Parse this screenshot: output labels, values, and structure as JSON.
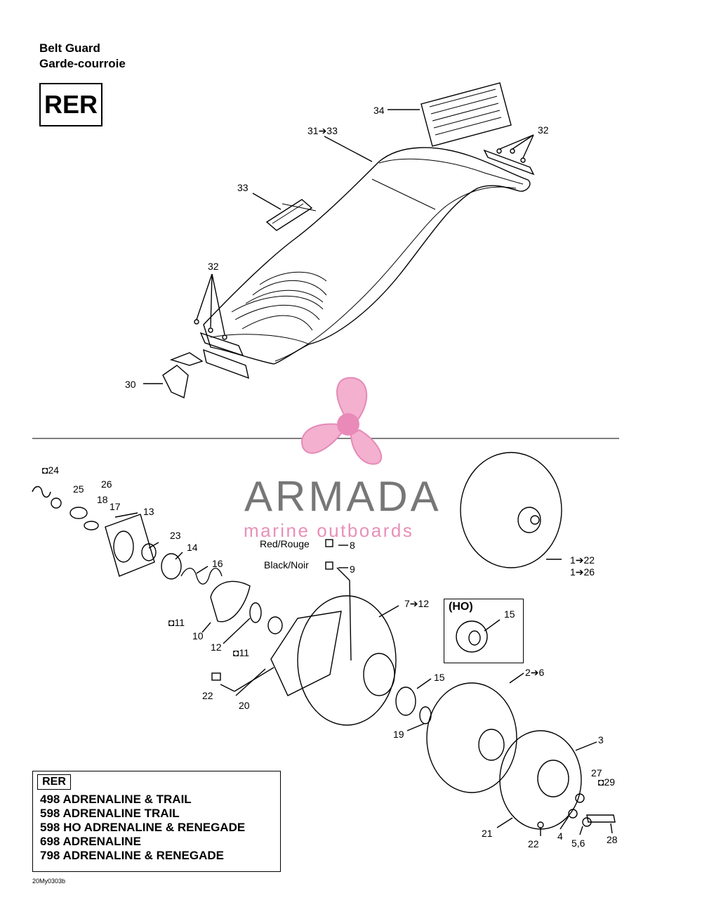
{
  "header": {
    "title_en": "Belt Guard",
    "title_fr": "Garde-courroie",
    "badge": "RER"
  },
  "labels": {
    "l34": "34",
    "l31_33": "31➔33",
    "l32_top": "32",
    "l33": "33",
    "l32_left": "32",
    "l30": "30",
    "l24": "◘24",
    "l25": "25",
    "l26": "26",
    "l18": "18",
    "l17": "17",
    "l13": "13",
    "l23": "23",
    "l14": "14",
    "l16": "16",
    "l11a": "◘11",
    "l10": "10",
    "l12": "12",
    "l11b": "◘11",
    "l22a": "22",
    "l20": "20",
    "red_rouge": "Red/Rouge",
    "l8": "8",
    "black_noir": "Black/Noir",
    "l9": "9",
    "l7_12": "7➔12",
    "l1_22": "1➔22",
    "l1_26": "1➔26",
    "l15a": "15",
    "l15b": "15",
    "l19": "19",
    "l2_6": "2➔6",
    "l3": "3",
    "l27": "27",
    "l29": "◘29",
    "l21": "21",
    "l22b": "22",
    "l4": "4",
    "l5_6": "5,6",
    "l28": "28"
  },
  "ho_box": {
    "label": "(HO)"
  },
  "models": {
    "badge": "RER",
    "lines": [
      "498 ADRENALINE & TRAIL",
      "598 ADRENALINE  TRAIL",
      "598 HO ADRENALINE & RENEGADE",
      "698 ADRENALINE",
      "798 ADRENALINE & RENEGADE"
    ]
  },
  "footer_code": "20My0303b",
  "watermark": {
    "name": "ARMADA",
    "subtitle": "marine outboards",
    "colors": {
      "name": "#777777",
      "accent": "#e890b8"
    }
  }
}
